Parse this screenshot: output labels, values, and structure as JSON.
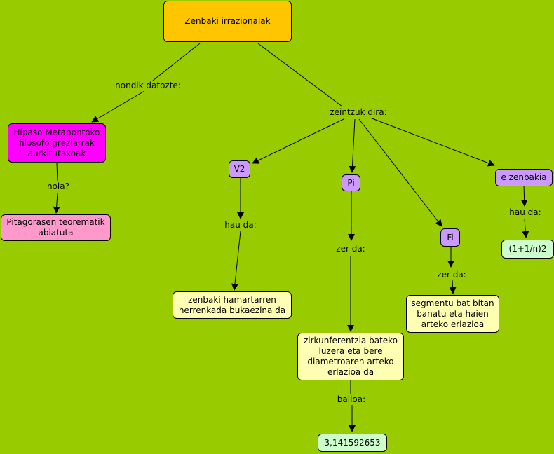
{
  "colors": {
    "background": "#99cc00",
    "root": "#ffc600",
    "origin": "#ff00ff",
    "theorem": "#ff99cc",
    "type": "#cc99ff",
    "definition": "#ffffb3",
    "value": "#ccffcc"
  },
  "nodes": {
    "root": "Zenbaki irrazionalak",
    "hipaso": "Hipaso Metapontoko\nfilosofo greziarrak\naurkitutakoak",
    "pitagoras": "Pitagorasen teorematik\nabiatuta",
    "v2": "V2",
    "pi": "Pi",
    "fi": "Fi",
    "e": "e zenbakia",
    "v2_def": "zenbaki hamartarren\nherrenkada bukaezina da",
    "pi_def": "zirkunferentzia bateko\nluzera eta bere\ndiametroaren arteko\nerlazioa da",
    "pi_value": "3,141592653",
    "fi_def": "segmentu bat bitan\nbanatu eta haien\narteko erlazioa",
    "e_value": "(1+1/n)2"
  },
  "phrases": {
    "nondik": "nondik datozte:",
    "zeintzuk": "zeintzuk dira:",
    "nola": "nola?",
    "v2_hau": "hau da:",
    "pi_zer": "zer da:",
    "fi_zer": "zer da:",
    "e_hau": "hau da:",
    "balioa": "balioa:"
  }
}
